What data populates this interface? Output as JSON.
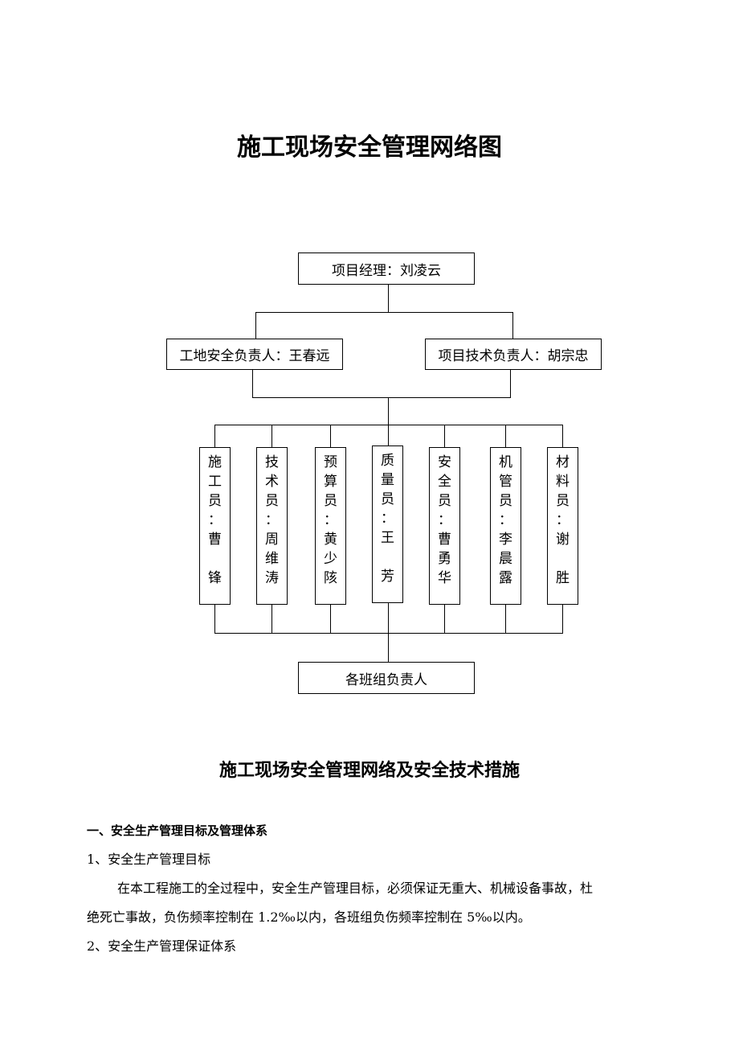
{
  "title": "施工现场安全管理网络图",
  "org_chart": {
    "manager": "项目经理：刘凌云",
    "site_safety": "工地安全负责人：王春远",
    "tech_lead": "项目技术负责人：胡宗忠",
    "staff": [
      [
        "施",
        "工",
        "员",
        "：",
        "曹",
        "",
        "锋"
      ],
      [
        "技",
        "术",
        "员",
        "：",
        "周",
        "维",
        "涛"
      ],
      [
        "预",
        "算",
        "员",
        "：",
        "黄",
        "少",
        "陔"
      ],
      [
        "质",
        "量",
        "员",
        "：",
        "王",
        "",
        "芳"
      ],
      [
        "安",
        "全",
        "员",
        "：",
        "曹",
        "勇",
        "华"
      ],
      [
        "机",
        "管",
        "员",
        "：",
        "李",
        "晨",
        "露"
      ],
      [
        "材",
        "料",
        "员",
        "：",
        "谢",
        "",
        "胜"
      ]
    ],
    "teams": "各班组负责人"
  },
  "subtitle": "施工现场安全管理网络及安全技术措施",
  "section1": {
    "heading": "一、安全生产管理目标及管理体系",
    "item1": "1、安全生产管理目标",
    "para1_line1": "在本工程施工的全过程中，安全生产管理目标，必须保证无重大、机械设备事故，杜",
    "para1_line2": "绝死亡事故，负伤频率控制在 1.2‰以内，各班组负伤频率控制在 5‰以内。",
    "item2": "2、安全生产管理保证体系"
  }
}
